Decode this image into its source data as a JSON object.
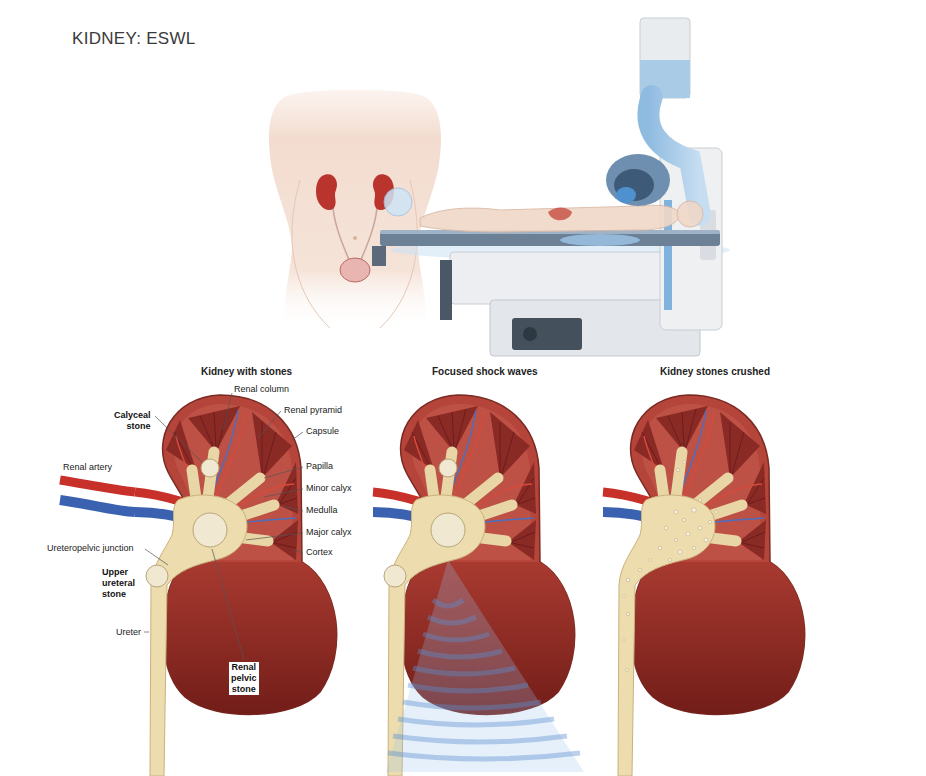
{
  "diagram": {
    "title": "KIDNEY: ESWL",
    "labels": [
      "Kidney with stones",
      "Focused shock waves",
      "Kidney stones crushed",
      "Renal column",
      "Renal pyramid",
      "Calyceal stone",
      "Capsule",
      "Papilla",
      "Renal artery",
      "Minor calyx",
      "Medulla",
      "Major calyx",
      "Ureteropelvic junction",
      "Cortex",
      "Upper ureteral stone",
      "Ureter",
      "Renal pelvic stone"
    ]
  }
}
